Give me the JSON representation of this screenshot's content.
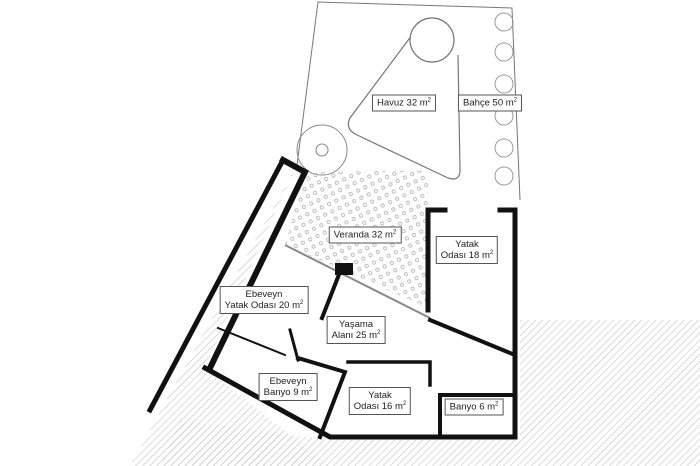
{
  "plan": {
    "colors": {
      "wall": "#111111",
      "line": "#777777",
      "hatch": "#bbbbbb"
    },
    "rooms": [
      {
        "id": "havuz",
        "lines": [
          "Havuz 32 m"
        ],
        "sup": "2"
      },
      {
        "id": "bahce",
        "lines": [
          "Bahçe 50 m"
        ],
        "sup": "2"
      },
      {
        "id": "veranda",
        "lines": [
          "Veranda 32 m"
        ],
        "sup": "2"
      },
      {
        "id": "yatak18",
        "lines": [
          "Yatak",
          "Odası 18 m"
        ],
        "sup": "2"
      },
      {
        "id": "ebeveyn-yatak",
        "lines": [
          "Ebeveyn",
          "Yatak Odası 20 m"
        ],
        "sup": "2"
      },
      {
        "id": "yasama",
        "lines": [
          "Yaşama",
          "Alanı 25 m"
        ],
        "sup": "2"
      },
      {
        "id": "ebeveyn-banyo",
        "lines": [
          "Ebeveyn",
          "Banyo 9 m"
        ],
        "sup": "2"
      },
      {
        "id": "yatak16",
        "lines": [
          "Yatak",
          "Odası 16 m"
        ],
        "sup": "2"
      },
      {
        "id": "banyo6",
        "lines": [
          "Banyo 6 m"
        ],
        "sup": "2"
      }
    ]
  }
}
